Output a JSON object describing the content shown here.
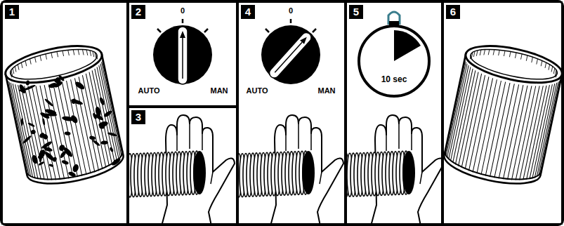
{
  "diagram": {
    "nodes": [
      {
        "text": [
          "1"
        ]
      },
      {
        "text": [
          "2"
        ]
      },
      {
        "text": [
          "3"
        ]
      },
      {
        "text": [
          "4"
        ]
      },
      {
        "text": [
          "5"
        ]
      },
      {
        "text": [
          "6"
        ]
      }
    ],
    "labels": [
      "0",
      "AUTO",
      "MAN",
      "0",
      "AUTO",
      "MAN",
      "10 sec"
    ]
  }
}
